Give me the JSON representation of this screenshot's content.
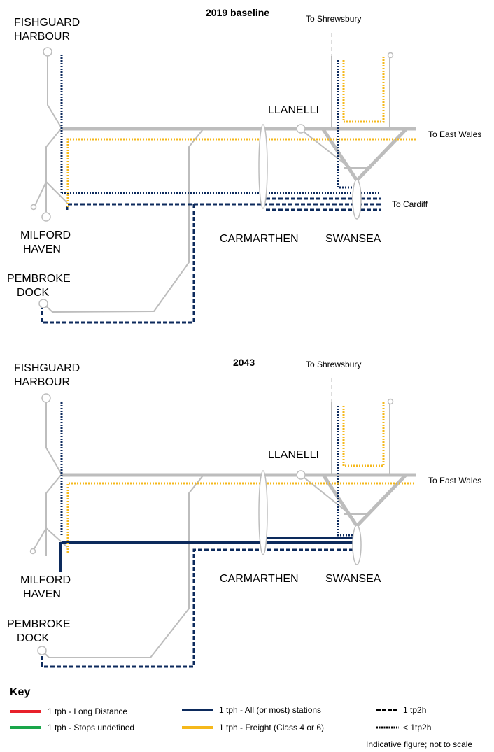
{
  "colors": {
    "base_track": "#bdbdbd",
    "all_stations": "#0c2a5c",
    "freight": "#f5b81b",
    "long_distance": "#e8202a",
    "stops_undefined": "#1aa64a",
    "future_track": "#dcdcdc"
  },
  "diagram_top": {
    "title": "2019 baseline",
    "labels": {
      "fishguard_1": "FISHGUARD",
      "fishguard_2": "HARBOUR",
      "milford_1": "MILFORD",
      "milford_2": "HAVEN",
      "pembroke_1": "PEMBROKE",
      "pembroke_2": "DOCK",
      "carmarthen": "CARMARTHEN",
      "swansea": "SWANSEA",
      "llanelli": "LLANELLI",
      "to_shrewsbury": "To Shrewsbury",
      "to_east_wales": "To East Wales",
      "to_cardiff": "To Cardiff"
    }
  },
  "diagram_bottom": {
    "title": "2043",
    "labels": {
      "fishguard_1": "FISHGUARD",
      "fishguard_2": "HARBOUR",
      "milford_1": "MILFORD",
      "milford_2": "HAVEN",
      "pembroke_1": "PEMBROKE",
      "pembroke_2": "DOCK",
      "carmarthen": "CARMARTHEN",
      "swansea": "SWANSEA",
      "llanelli": "LLANELLI",
      "to_shrewsbury": "To Shrewsbury",
      "to_east_wales": "To East Wales"
    }
  },
  "key": {
    "title": "Key",
    "long_distance": "1 tph - Long Distance",
    "stops_undefined": "1 tph - Stops undefined",
    "all_stations": "1 tph - All (or most) stations",
    "freight": "1 tph - Freight (Class 4 or 6)",
    "tp2h": "1 tp2h",
    "lt_tp2h": "< 1tp2h",
    "note": "Indicative figure; not to scale"
  }
}
